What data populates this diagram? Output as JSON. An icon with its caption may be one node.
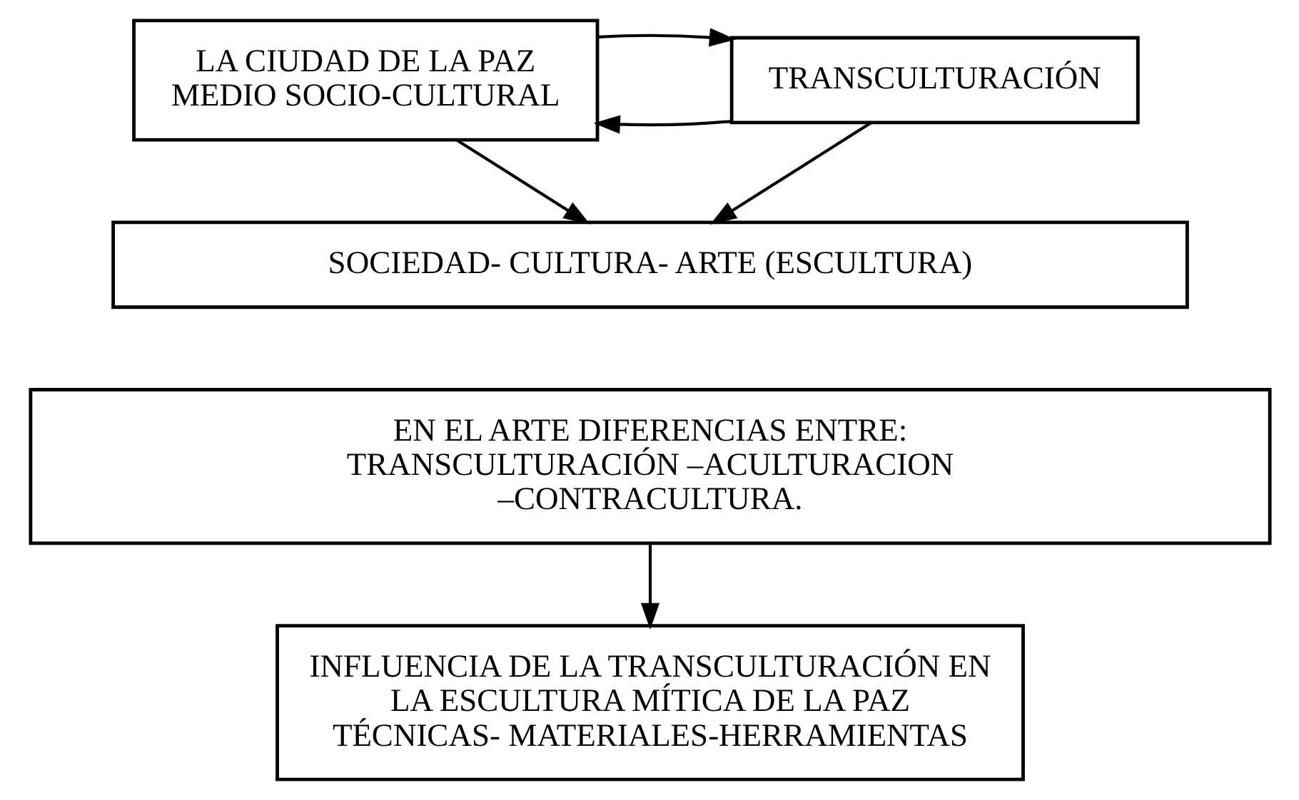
{
  "diagram": {
    "nodes": [
      {
        "text": [
          "LA CIUDAD DE LA PAZ MEDIO SOCIO-CULTURAL"
        ]
      },
      {
        "text": [
          "TRANSCULTURACIÓN"
        ]
      },
      {
        "text": [
          "SOCIEDAD- CULTURA- ARTE (ESCULTURA)"
        ]
      },
      {
        "text": [
          "EN EL ARTE DIFERENCIAS ENTRE: TRANSCULTURACIÓN –ACULTURACION –CONTRACULTURA."
        ]
      },
      {
        "text": [
          "INFLUENCIA DE LA TRANSCULTURACIÓN EN LA ESCULTURA MÍTICA DE LA PAZ",
          "TÉCNICAS- MATERIALES-HERRAMIENTAS"
        ]
      }
    ],
    "edges": [
      {
        "from": 1,
        "to": 0,
        "arrow": "to"
      },
      {
        "from": 0,
        "to": 1,
        "arrow": "to"
      },
      {
        "from": 0,
        "to": 2,
        "arrow": "to"
      },
      {
        "from": 1,
        "to": 2,
        "arrow": "to"
      },
      {
        "from": 3,
        "to": 4,
        "arrow": "to"
      }
    ]
  }
}
